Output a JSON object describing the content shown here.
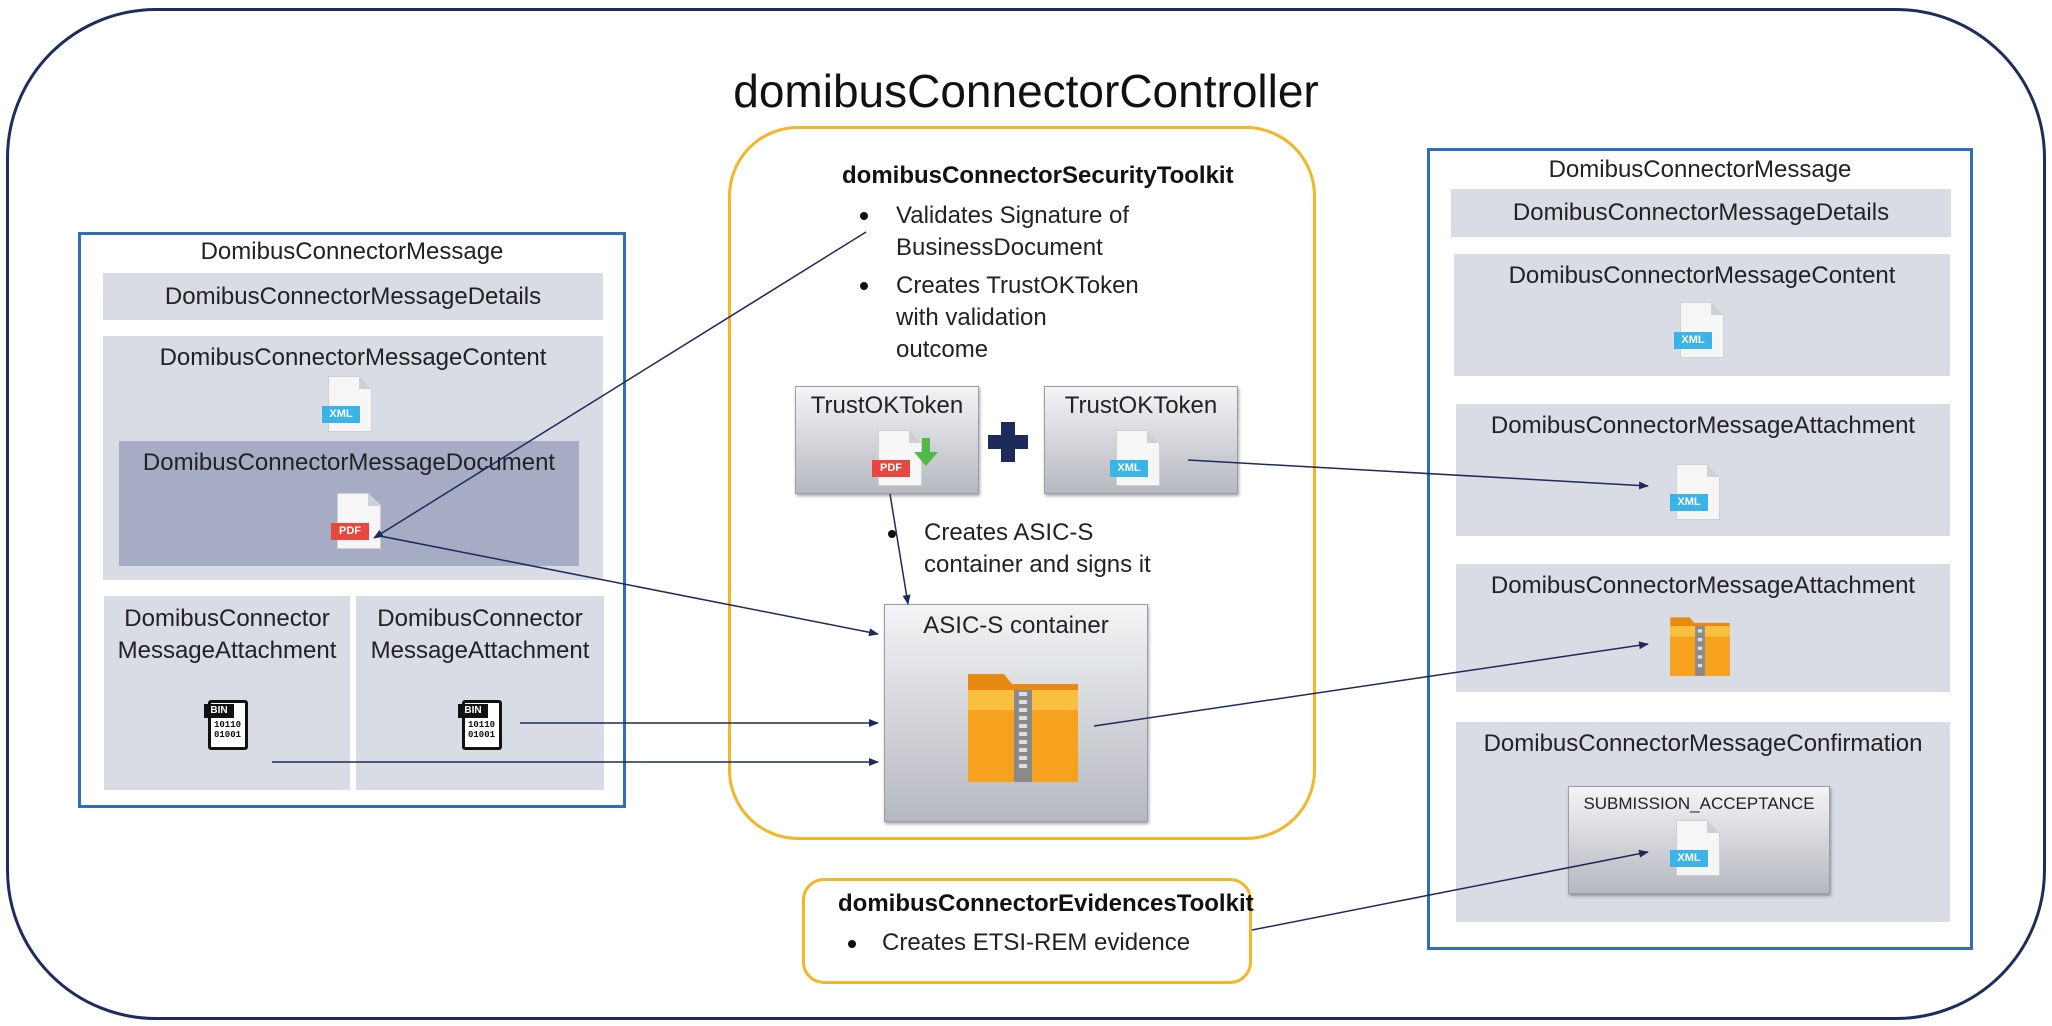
{
  "controller": {
    "title": "domibusConnectorController"
  },
  "left_message": {
    "title": "DomibusConnectorMessage",
    "details": "DomibusConnectorMessageDetails",
    "content": "DomibusConnectorMessageContent",
    "document": "DomibusConnectorMessageDocument",
    "attachment1": {
      "line1": "DomibusConnector",
      "line2": "MessageAttachment"
    },
    "attachment2": {
      "line1": "DomibusConnector",
      "line2": "MessageAttachment"
    }
  },
  "security_toolkit": {
    "title": "domibusConnectorSecurityToolkit",
    "bullet1": {
      "line1": "Validates Signature of",
      "line2": "BusinessDocument"
    },
    "bullet2": {
      "line1": "Creates TrustOKToken",
      "line2": "with validation",
      "line3": "outcome"
    },
    "token_pdf_label": "TrustOKToken",
    "token_xml_label": "TrustOKToken",
    "bullet3": {
      "line1": "Creates ASIC-S",
      "line2": "container and signs it"
    },
    "asic_label": "ASIC-S container"
  },
  "evidences_toolkit": {
    "title": "domibusConnectorEvidencesToolkit",
    "bullet1": "Creates ETSI-REM evidence"
  },
  "right_message": {
    "title": "DomibusConnectorMessage",
    "details": "DomibusConnectorMessageDetails",
    "content": "DomibusConnectorMessageContent",
    "attachment1": "DomibusConnectorMessageAttachment",
    "attachment2": "DomibusConnectorMessageAttachment",
    "confirmation": "DomibusConnectorMessageConfirmation",
    "confirmation_type": "SUBMISSION_ACCEPTANCE"
  },
  "file_tags": {
    "xml": "XML",
    "pdf": "PDF",
    "bin": "BIN",
    "bin_bits": "10110\n01001"
  },
  "colors": {
    "outer_border": "#1f2d5c",
    "message_border": "#2f6fb5",
    "toolkit_border": "#f4b528",
    "arrow": "#1e2a5c"
  }
}
